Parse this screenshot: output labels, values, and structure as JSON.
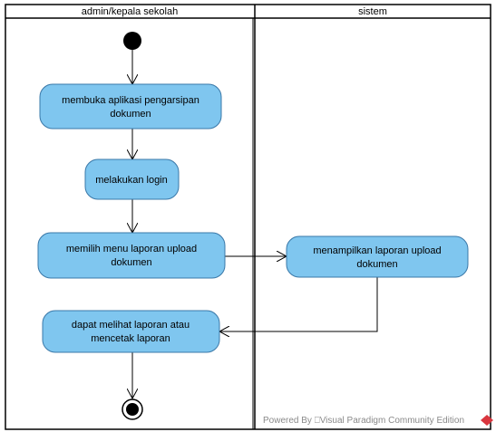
{
  "swimlanes": [
    {
      "title": "admin/kepala sekolah"
    },
    {
      "title": "sistem"
    }
  ],
  "actions": [
    {
      "id": "a1",
      "lines": [
        "membuka aplikasi pengarsipan",
        "dokumen"
      ]
    },
    {
      "id": "a2",
      "lines": [
        "melakukan login"
      ]
    },
    {
      "id": "a3",
      "lines": [
        "memilih menu laporan upload",
        "dokumen"
      ]
    },
    {
      "id": "a4",
      "lines": [
        "menampilkan laporan upload",
        "dokumen"
      ]
    },
    {
      "id": "a5",
      "lines": [
        "dapat melihat laporan atau",
        "mencetak laporan"
      ]
    }
  ],
  "watermark": {
    "text": "Powered By ⎕Visual Paradigm Community Edition"
  },
  "colors": {
    "action_fill": "#7fc6ef",
    "action_stroke": "#3a78a8",
    "line": "#000000",
    "node": "#000000",
    "logo": "#d9363e"
  }
}
